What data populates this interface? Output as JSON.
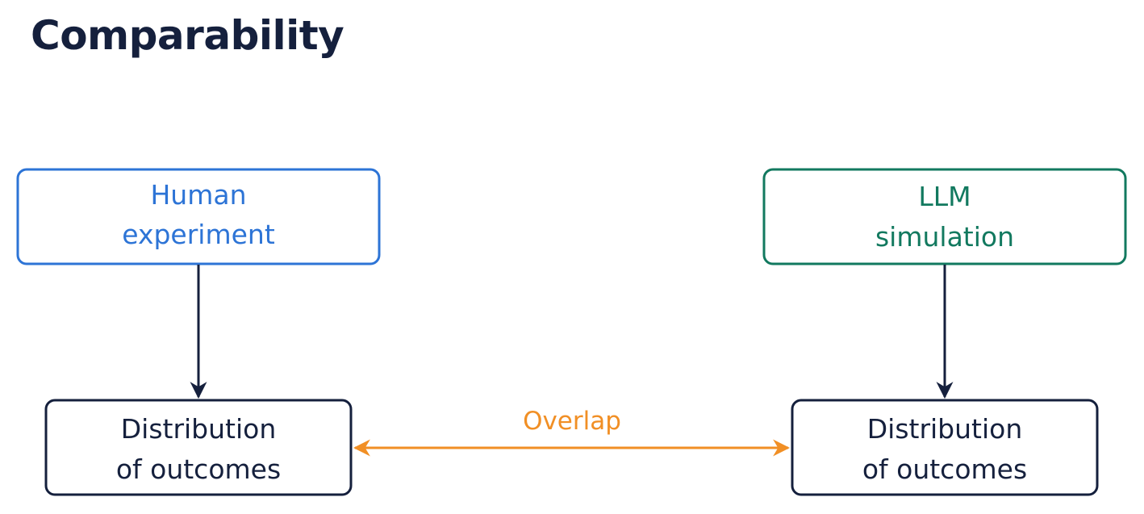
{
  "page": {
    "title": "Comparability"
  },
  "colors": {
    "title": "#15203d",
    "human": "#2d74d6",
    "llm": "#12795f",
    "outcome": "#15203d",
    "overlap": "#f18f25"
  },
  "diagram": {
    "nodes": {
      "human": {
        "line1": "Human",
        "line2": "experiment"
      },
      "llm": {
        "line1": "LLM",
        "line2": "simulation"
      },
      "outcome_left": {
        "line1": "Distribution",
        "line2": "of outcomes"
      },
      "outcome_right": {
        "line1": "Distribution",
        "line2": "of outcomes"
      }
    },
    "edges": {
      "overlap_label": "Overlap"
    }
  }
}
